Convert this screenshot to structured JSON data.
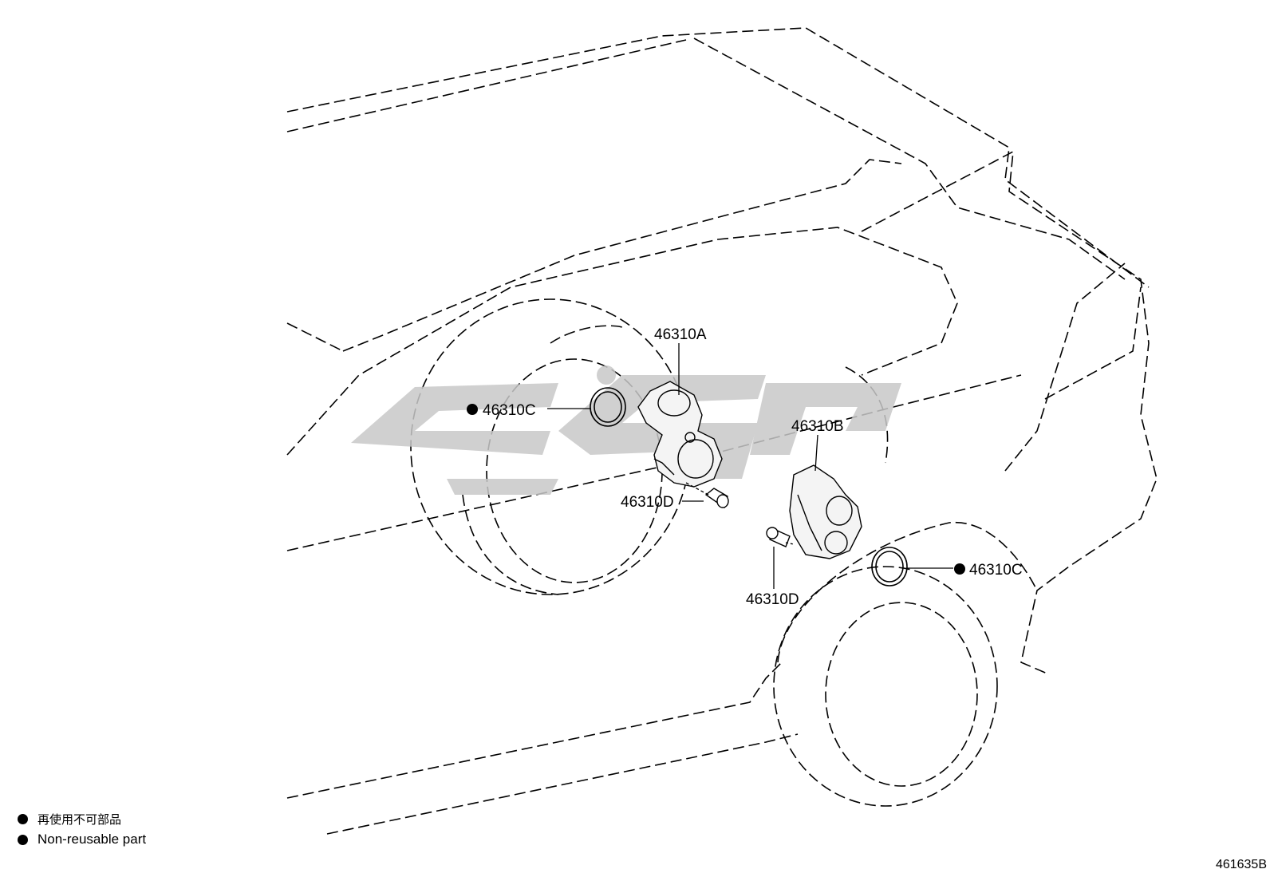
{
  "callouts": {
    "actuator_left": "46310A",
    "actuator_right": "46310B",
    "seal_left": "46310C",
    "seal_right": "46310C",
    "bolt_left": "46310D",
    "bolt_right": "46310D"
  },
  "legend": {
    "japanese": "再使用不可部品",
    "english": "Non-reusable part"
  },
  "diagram_id": "461635B",
  "colors": {
    "line": "#000000",
    "watermark": "#c8c8c8",
    "background": "#ffffff"
  },
  "icons": {
    "non_reusable_marker": "filled-circle-icon"
  }
}
